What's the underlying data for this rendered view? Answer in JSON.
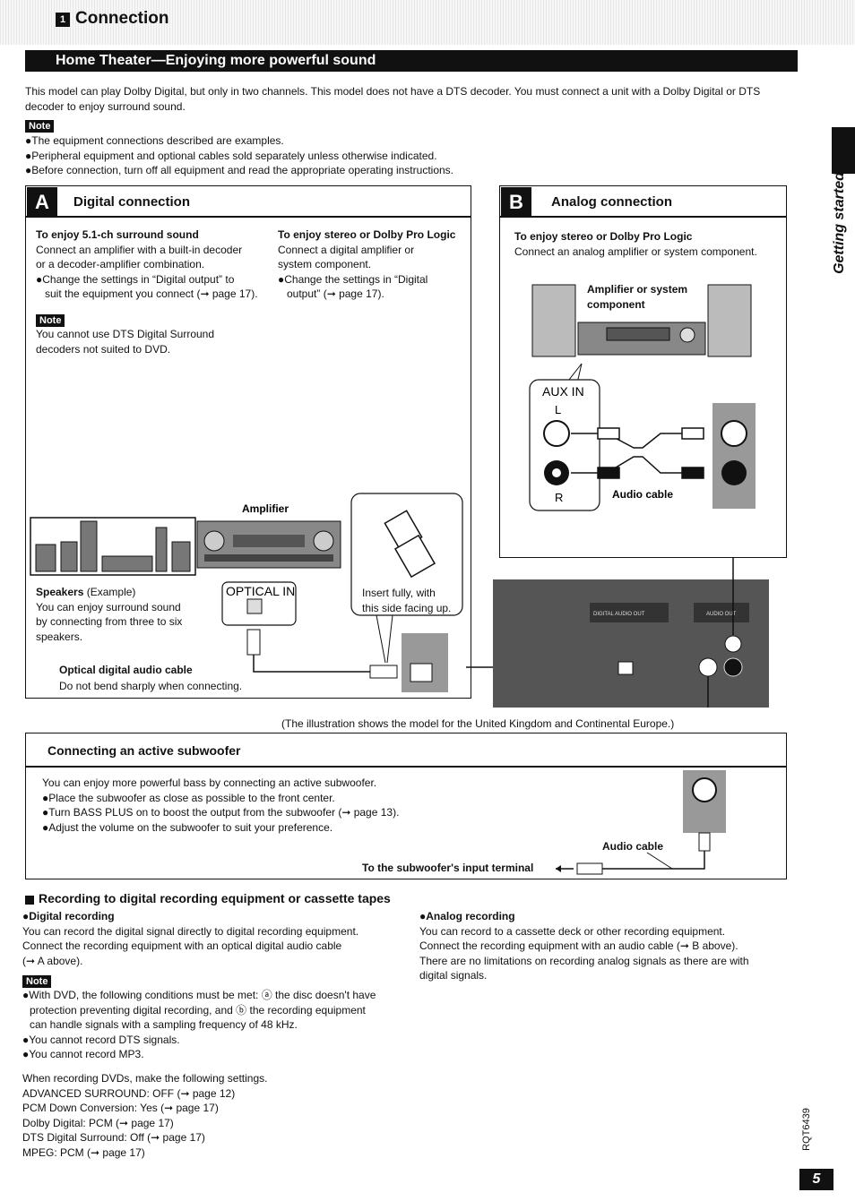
{
  "section": {
    "number": "1",
    "title": "Connection"
  },
  "banner": "Home Theater—Enjoying more powerful sound",
  "intro": "This model can play Dolby Digital, but only in two channels. This model does not have a DTS decoder. You must connect a unit with a Dolby Digital or DTS decoder to enjoy surround sound.",
  "note_label": "Note",
  "notes": [
    "●The equipment connections described are examples.",
    "●Peripheral equipment and optional cables sold separately unless otherwise indicated.",
    "●Before connection, turn off all equipment and read the appropriate operating instructions."
  ],
  "side_label": "Getting started",
  "digital": {
    "letter": "A",
    "title": "Digital connection",
    "col1_head": "To enjoy 5.1-ch surround sound",
    "col1_lines": [
      "Connect an amplifier with a built-in decoder",
      "or a decoder-amplifier combination.",
      "●Change the settings in “Digital output” to",
      "suit the equipment you connect (➞ page 17)."
    ],
    "col2_head": "To enjoy stereo or Dolby Pro Logic",
    "col2_lines": [
      "Connect a digital amplifier or",
      "system component.",
      "●Change the settings in “Digital",
      "output” (➞ page 17)."
    ],
    "note_lines": [
      "You cannot use DTS Digital Surround",
      "decoders not suited to DVD."
    ],
    "amplifier": "Amplifier",
    "optical_in": "OPTICAL IN",
    "insert_lines": [
      "Insert fully, with",
      "this side facing up."
    ],
    "speakers_head": "Speakers",
    "speakers_example": "(Example)",
    "speakers_lines": [
      "You can enjoy surround sound",
      "by connecting from three to six",
      "speakers."
    ],
    "cable_head": "Optical digital audio cable",
    "cable_note": "Do not bend sharply when connecting."
  },
  "analog": {
    "letter": "B",
    "title": "Analog connection",
    "head": "To enjoy stereo or Dolby Pro Logic",
    "line": "Connect an analog amplifier or system component.",
    "amp_lines": [
      "Amplifier or system",
      "component"
    ],
    "aux_in": "AUX IN",
    "l": "L",
    "r": "R",
    "audio_cable": "Audio cable"
  },
  "rear_panel": {
    "digital_out": "DIGITAL AUDIO OUT",
    "audio_out": "AUDIO OUT"
  },
  "illustration_note": "(The illustration shows the model for the United Kingdom and Continental Europe.)",
  "subwoofer": {
    "title": "Connecting an active subwoofer",
    "lines": [
      "You can enjoy more powerful bass by connecting an active subwoofer.",
      "●Place the subwoofer as close as possible to the front center.",
      "●Turn BASS PLUS on to boost the output from the subwoofer (➞ page 13).",
      "●Adjust the volume on the subwoofer to suit your preference."
    ],
    "audio_cable": "Audio cable",
    "input_terminal": "To the subwoofer's input terminal"
  },
  "recording": {
    "title": "Recording to digital recording equipment or cassette tapes",
    "digital_head": "●Digital recording",
    "digital_lines": [
      "You can record the digital signal directly to digital recording equipment.",
      "Connect the recording equipment with an optical digital audio cable",
      "(➞ A above)."
    ],
    "note_lines": [
      "●With DVD, the following conditions must be met: ⓐ the disc doesn't have",
      "protection preventing digital recording, and ⓑ the recording equipment",
      "can handle signals with a sampling frequency of 48 kHz.",
      "●You cannot record DTS signals.",
      "●You cannot record MP3."
    ],
    "settings_intro": "When recording DVDs, make the following settings.",
    "settings": [
      "ADVANCED SURROUND: OFF (➞ page 12)",
      "PCM Down Conversion: Yes (➞ page 17)",
      "Dolby Digital: PCM (➞ page 17)",
      "DTS Digital Surround: Off (➞ page 17)",
      "MPEG: PCM (➞ page 17)"
    ],
    "analog_head": "●Analog recording",
    "analog_lines": [
      "You can record to a cassette deck or other recording equipment.",
      "Connect the recording equipment with an audio cable (➞ B above).",
      "There are no limitations on recording analog signals as there are with",
      "digital signals."
    ]
  },
  "footer": {
    "code": "RQT6439",
    "page": "5"
  }
}
